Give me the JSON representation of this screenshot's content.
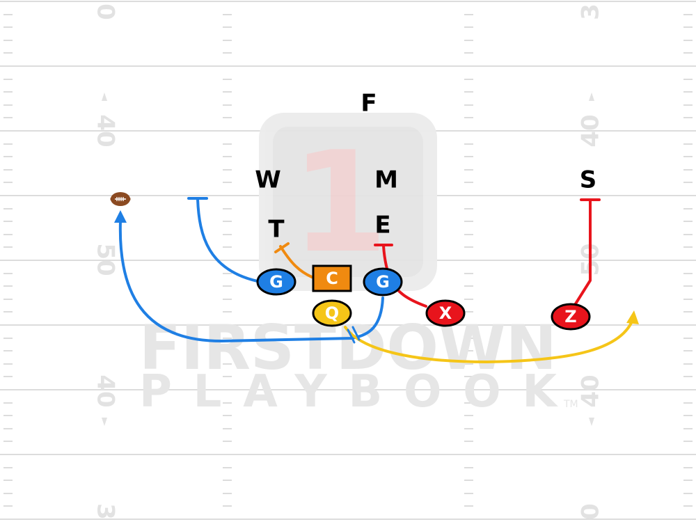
{
  "watermark": {
    "brand_line1": "FIRSTDOWN",
    "brand_line2": "PLAYBOOK",
    "trademark": "TM",
    "logo_numeral": "1"
  },
  "yard_numbers": {
    "top_left": "0",
    "top_right": "3",
    "left_upper": "40",
    "left_mid": "50",
    "left_lower": "40",
    "right_upper": "40",
    "right_mid": "50",
    "right_lower": "40",
    "bottom_left": "3",
    "bottom_right": "0"
  },
  "defense": {
    "free_safety": "F",
    "will_lb": "W",
    "mike_lb": "M",
    "strong_safety": "S",
    "tackle": "T",
    "end": "E"
  },
  "offense": {
    "center": "C",
    "guard_left": "G",
    "guard_right": "G",
    "quarterback": "Q",
    "x_receiver": "X",
    "z_receiver": "Z"
  },
  "colors": {
    "blue": "#1f7fe4",
    "orange": "#f08a10",
    "yellow": "#f5c518",
    "red": "#e8141c",
    "football": "#8b4a21",
    "field_line": "#dcdcdc",
    "watermark": "#e6e6e6",
    "logo_red": "#f0d2d2"
  },
  "icons": {
    "football": "football-icon"
  }
}
